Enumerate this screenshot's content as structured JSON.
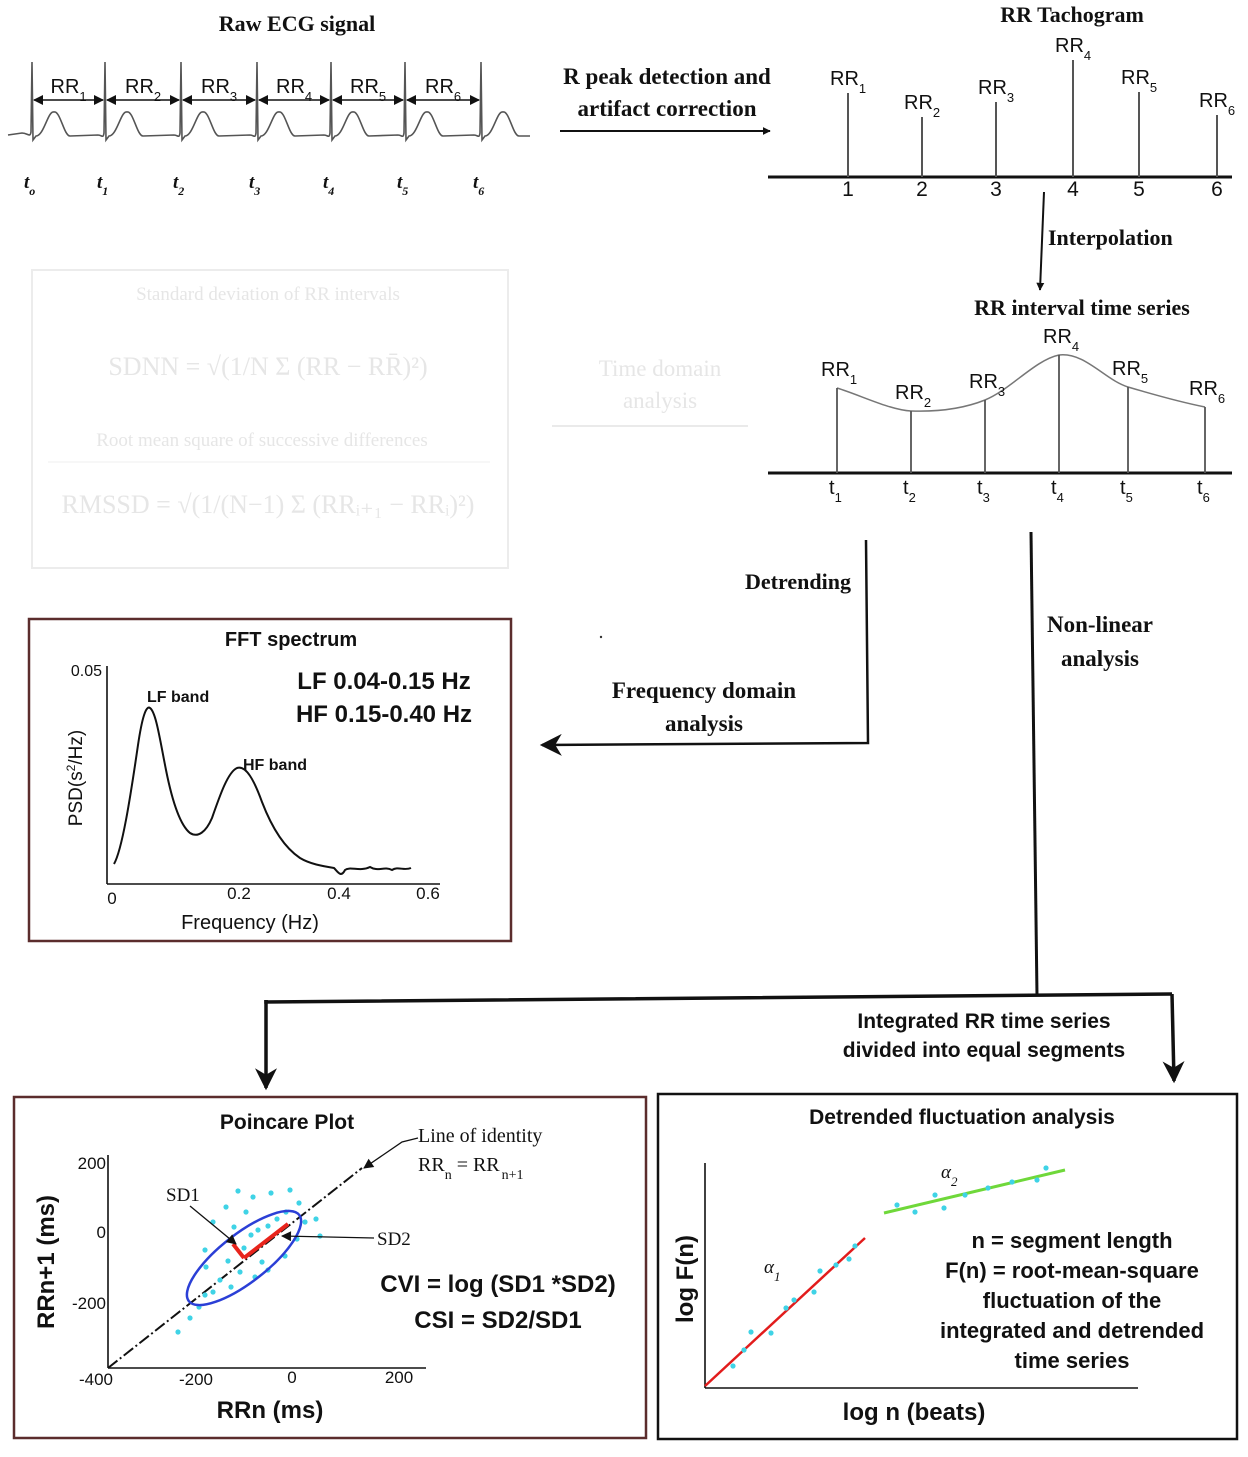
{
  "ecg": {
    "title": "Raw ECG signal",
    "intervals": [
      {
        "base": "RR",
        "sub": "1"
      },
      {
        "base": "RR",
        "sub": "2"
      },
      {
        "base": "RR",
        "sub": "3"
      },
      {
        "base": "RR",
        "sub": "4"
      },
      {
        "base": "RR",
        "sub": "5"
      },
      {
        "base": "RR",
        "sub": "6"
      }
    ],
    "times": [
      {
        "base": "t",
        "sub": "o"
      },
      {
        "base": "t",
        "sub": "1"
      },
      {
        "base": "t",
        "sub": "2"
      },
      {
        "base": "t",
        "sub": "3"
      },
      {
        "base": "t",
        "sub": "4"
      },
      {
        "base": "t",
        "sub": "5"
      },
      {
        "base": "t",
        "sub": "6"
      }
    ]
  },
  "peak_detection": {
    "line1": "R peak detection and",
    "line2": "artifact correction"
  },
  "tachogram": {
    "title": "RR Tachogram",
    "bars": [
      {
        "base": "RR",
        "sub": "1",
        "tick": "1"
      },
      {
        "base": "RR",
        "sub": "2",
        "tick": "2"
      },
      {
        "base": "RR",
        "sub": "3",
        "tick": "3"
      },
      {
        "base": "RR",
        "sub": "4",
        "tick": "4"
      },
      {
        "base": "RR",
        "sub": "5",
        "tick": "5"
      },
      {
        "base": "RR",
        "sub": "6",
        "tick": "6"
      }
    ]
  },
  "interpolation": {
    "label": "Interpolation"
  },
  "rr_series": {
    "title": "RR interval time series",
    "points": [
      {
        "base": "RR",
        "sub": "1",
        "tbase": "t",
        "tsub": "1"
      },
      {
        "base": "RR",
        "sub": "2",
        "tbase": "t",
        "tsub": "2"
      },
      {
        "base": "RR",
        "sub": "3",
        "tbase": "t",
        "tsub": "3"
      },
      {
        "base": "RR",
        "sub": "4",
        "tbase": "t",
        "tsub": "4"
      },
      {
        "base": "RR",
        "sub": "5",
        "tbase": "t",
        "tsub": "5"
      },
      {
        "base": "RR",
        "sub": "6",
        "tbase": "t",
        "tsub": "6"
      }
    ]
  },
  "time_domain": {
    "sdnn_title": "Standard deviation of RR intervals",
    "sdnn_formula": "SDNN = √(1/N Σ (RR − RR̄)²)",
    "rmssd_title": "Root mean square of successive differences",
    "rmssd_formula": "RMSSD = √(1/(N−1) Σ (RRᵢ₊₁ − RRᵢ)²)",
    "arrow_line1": "Time domain",
    "arrow_line2": "analysis"
  },
  "detrending": {
    "label": "Detrending"
  },
  "frequency_domain": {
    "line1": "Frequency domain",
    "line2": "analysis"
  },
  "nonlinear": {
    "line1": "Non-linear",
    "line2": "analysis"
  },
  "fft": {
    "title": "FFT spectrum",
    "lf_text": "LF 0.04-0.15 Hz",
    "hf_text": "HF 0.15-0.40 Hz",
    "lf_peak_label": "LF band",
    "hf_peak_label": "HF band",
    "ylabel_pre": "PSD(s",
    "ylabel_sup": "2",
    "ylabel_post": "/Hz)",
    "xlabel": "Frequency (Hz)",
    "x_ticks": [
      "0",
      "0.2",
      "0.4",
      "0.6"
    ],
    "y_tick": "0.05"
  },
  "integrated": {
    "line1": "Integrated RR time series",
    "line2": "divided into equal segments"
  },
  "poincare": {
    "title": "Poincare Plot",
    "identity_line1": "Line of identity",
    "identity_base1": "RR",
    "identity_sub1": "n",
    "identity_eq": " = RR",
    "identity_sub2": "n+1",
    "sd1": "SD1",
    "sd2": "SD2",
    "cvi": "CVI = log (SD1 *SD2)",
    "csi": "CSI = SD2/SD1",
    "ylabel": "RRn+1 (ms)",
    "xlabel": "RRn  (ms)",
    "y_ticks": [
      "200",
      "0",
      "-200",
      "-400"
    ],
    "x_ticks": [
      "-200",
      "0",
      "200"
    ],
    "colors": {
      "ellipse": "#2b3fd6",
      "sd": "#e8241c",
      "points": "#3fd3e6"
    }
  },
  "dfa": {
    "title": "Detrended fluctuation analysis",
    "alpha1_base": "α",
    "alpha1_sub": "1",
    "alpha2_base": "α",
    "alpha2_sub": "2",
    "def1": "n = segment length",
    "def2": "F(n) = root-mean-square",
    "def3": "fluctuation of the",
    "def4": "integrated and detrended",
    "def5": "time series",
    "ylabel": "log F(n)",
    "xlabel": "log n (beats)",
    "colors": {
      "alpha1_line": "#e21c1c",
      "alpha2_line": "#6fd83a",
      "points": "#3fd3e6"
    }
  }
}
